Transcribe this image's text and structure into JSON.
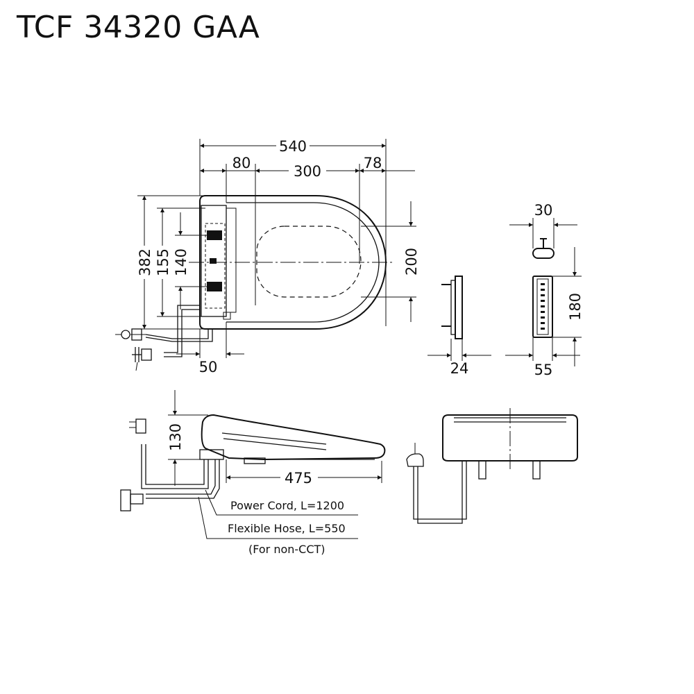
{
  "title": "TCF 34320 GAA",
  "dimensions": {
    "overall_length": "540",
    "rear_offset": "80",
    "bolt_span": "300",
    "front_offset": "78",
    "overall_width": "382",
    "span_155": "155",
    "span_140": "140",
    "opening_width": "200",
    "rear_depth": "50",
    "remote_thickness": "24",
    "remote_width": "55",
    "remote_height": "180",
    "holder_width": "30",
    "side_height": "130",
    "side_length": "475"
  },
  "notes": {
    "power_cord": "Power Cord, L=1200",
    "flexible_hose": "Flexible Hose, L=550",
    "non_cct": "(For non-CCT)"
  }
}
